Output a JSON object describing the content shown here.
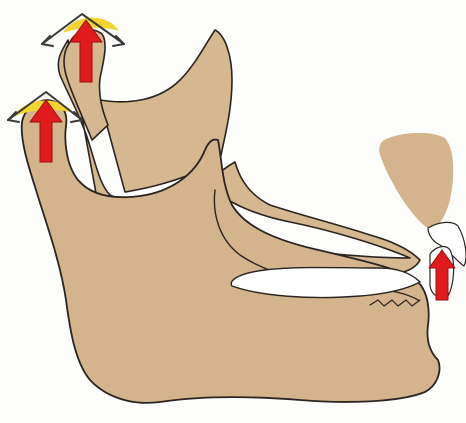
{
  "figure": {
    "colors": {
      "background": "#fdfdfb",
      "bone_fill": "#d4b48c",
      "bone_fill_back": "#d6b890",
      "outline": "#2a2520",
      "cartilage": "#f0d430",
      "force_arrow": "#e11b1b",
      "force_arrow_stroke": "#9a0d0d",
      "movement_arrow": "#3a3a3a",
      "tooth_white": "#ffffff"
    },
    "icons": {
      "condyle_force": "red-up-arrow",
      "condyle_movement": "double-headed-arrow",
      "incisor_force": "red-up-arrow"
    }
  }
}
